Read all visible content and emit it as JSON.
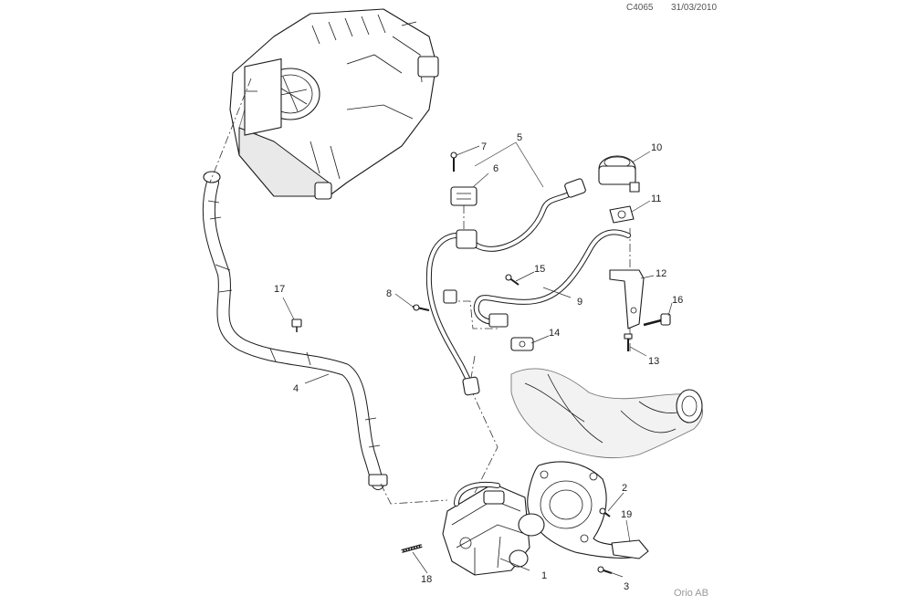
{
  "header": {
    "drawing_code": "C4065",
    "date": "31/03/2010"
  },
  "footer": {
    "publisher": "Orio AB"
  },
  "callouts": [
    {
      "id": "c1",
      "label": "1"
    },
    {
      "id": "c2",
      "label": "2"
    },
    {
      "id": "c3",
      "label": "3"
    },
    {
      "id": "c4",
      "label": "4"
    },
    {
      "id": "c5",
      "label": "5"
    },
    {
      "id": "c6",
      "label": "6"
    },
    {
      "id": "c7",
      "label": "7"
    },
    {
      "id": "c8",
      "label": "8"
    },
    {
      "id": "c9",
      "label": "9"
    },
    {
      "id": "c10",
      "label": "10"
    },
    {
      "id": "c11",
      "label": "11"
    },
    {
      "id": "c12",
      "label": "12"
    },
    {
      "id": "c13",
      "label": "13"
    },
    {
      "id": "c14",
      "label": "14"
    },
    {
      "id": "c15",
      "label": "15"
    },
    {
      "id": "c16",
      "label": "16"
    },
    {
      "id": "c17",
      "label": "17"
    },
    {
      "id": "c18",
      "label": "18"
    },
    {
      "id": "c19",
      "label": "19"
    }
  ]
}
